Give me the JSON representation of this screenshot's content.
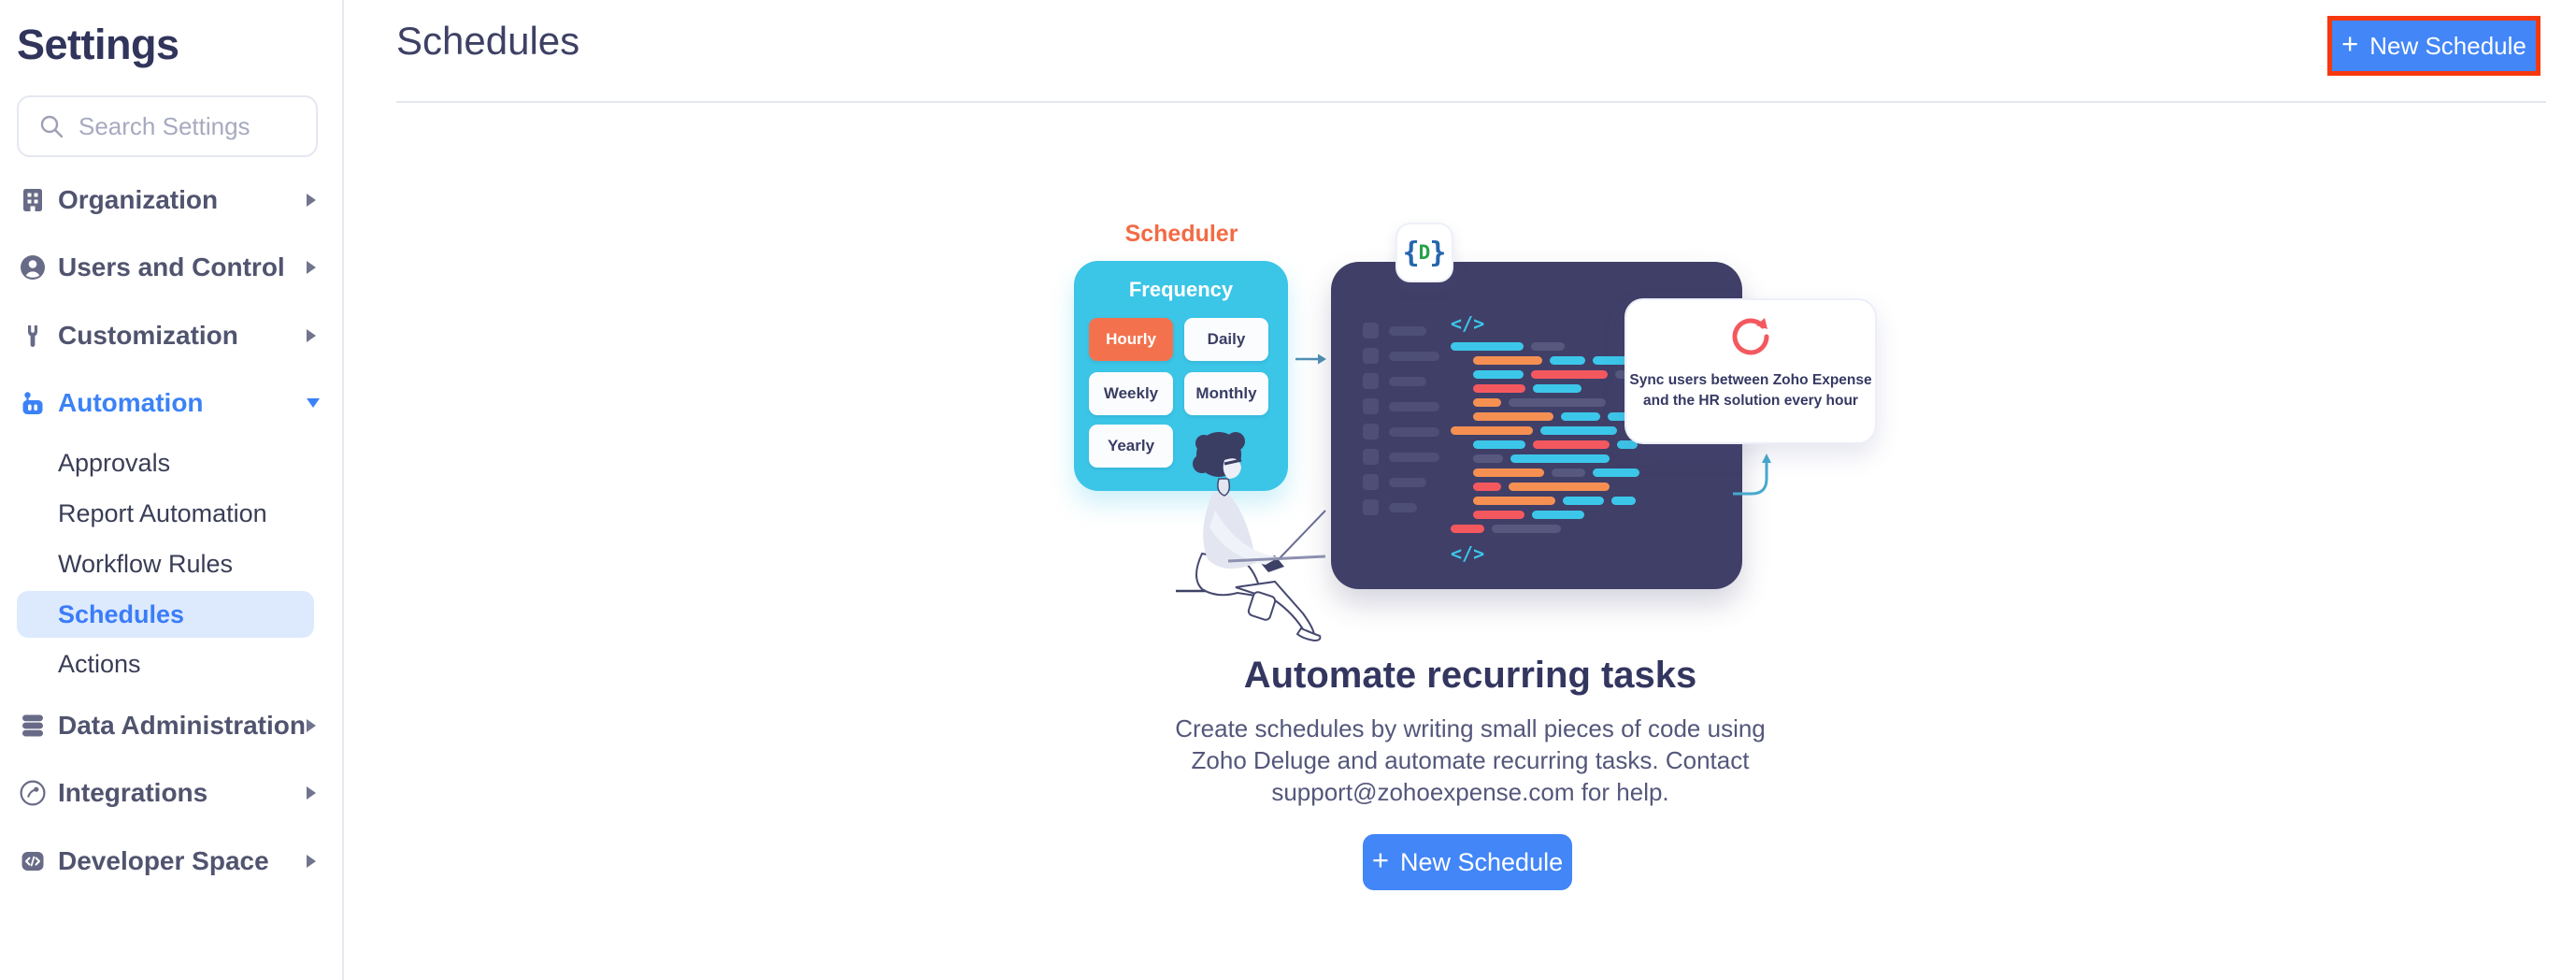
{
  "sidebar": {
    "title": "Settings",
    "search_placeholder": "Search Settings",
    "items": [
      {
        "label": "Organization",
        "icon": "building-icon"
      },
      {
        "label": "Users and Control",
        "icon": "user-icon"
      },
      {
        "label": "Customization",
        "icon": "wrench-icon"
      },
      {
        "label": "Automation",
        "icon": "robot-icon",
        "expanded": true,
        "active": true
      },
      {
        "label": "Data Administration",
        "icon": "database-icon"
      },
      {
        "label": "Integrations",
        "icon": "integrations-icon"
      },
      {
        "label": "Developer Space",
        "icon": "code-icon"
      }
    ],
    "automation_children": [
      {
        "label": "Approvals"
      },
      {
        "label": "Report Automation"
      },
      {
        "label": "Workflow Rules"
      },
      {
        "label": "Schedules",
        "selected": true
      },
      {
        "label": "Actions"
      }
    ],
    "selected_item": "Schedules"
  },
  "header": {
    "title": "Schedules",
    "plus": "+",
    "new_schedule_label": "New Schedule"
  },
  "empty_state": {
    "heading": "Automate recurring tasks",
    "description_lines": [
      "Create schedules by writing small pieces of code using",
      "Zoho Deluge and automate recurring tasks. Contact",
      "support@zohoexpense.com for help."
    ],
    "cta_plus": "+",
    "cta_label": "New Schedule"
  },
  "illustration": {
    "scheduler_label": "Scheduler",
    "frequency_label": "Frequency",
    "frequency_options": [
      "Hourly",
      "Daily",
      "Weekly",
      "Monthly",
      "Yearly"
    ],
    "active_frequency": "Hourly",
    "code_tag": "</>",
    "deluge_glyphs": {
      "open": "{",
      "mid": "D",
      "close": "}"
    },
    "callout_lines": [
      "Sync users between Zoho Expense",
      "and the HR solution every hour"
    ],
    "gutter_bar_widths": [
      40,
      54,
      40,
      54,
      54,
      54,
      40,
      30
    ],
    "code_lines": [
      {
        "indent": 0,
        "segments": [
          [
            "cyan",
            78
          ],
          [
            "gray",
            36
          ]
        ]
      },
      {
        "indent": 24,
        "segments": [
          [
            "orange",
            74
          ],
          [
            "cyan",
            38
          ],
          [
            "cyan",
            40
          ]
        ]
      },
      {
        "indent": 24,
        "segments": [
          [
            "cyan",
            54
          ],
          [
            "red",
            82
          ],
          [
            "gray",
            16
          ]
        ]
      },
      {
        "indent": 24,
        "segments": [
          [
            "red",
            56
          ],
          [
            "cyan",
            52
          ]
        ]
      },
      {
        "indent": 24,
        "segments": [
          [
            "orange",
            30
          ],
          [
            "gray",
            104
          ]
        ]
      },
      {
        "indent": 24,
        "segments": [
          [
            "orange",
            86
          ],
          [
            "cyan",
            42
          ],
          [
            "cyan",
            22
          ]
        ]
      },
      {
        "indent": 0,
        "segments": [
          [
            "orange",
            88
          ],
          [
            "cyan",
            82
          ]
        ]
      },
      {
        "indent": 24,
        "segments": [
          [
            "cyan",
            56
          ],
          [
            "red",
            82
          ],
          [
            "cyan",
            22
          ]
        ]
      },
      {
        "indent": 24,
        "segments": [
          [
            "gray",
            32
          ],
          [
            "cyan",
            106
          ]
        ]
      },
      {
        "indent": 24,
        "segments": [
          [
            "orange",
            76
          ],
          [
            "gray",
            36
          ],
          [
            "cyan",
            50
          ]
        ]
      },
      {
        "indent": 24,
        "segments": [
          [
            "red",
            30
          ],
          [
            "orange",
            108
          ]
        ]
      },
      {
        "indent": 24,
        "segments": [
          [
            "orange",
            88
          ],
          [
            "cyan",
            44
          ],
          [
            "cyan",
            26
          ]
        ]
      },
      {
        "indent": 24,
        "segments": [
          [
            "red",
            55
          ],
          [
            "cyan",
            56
          ]
        ]
      },
      {
        "indent": 0,
        "segments": [
          [
            "red",
            36
          ],
          [
            "gray",
            74
          ]
        ]
      }
    ]
  },
  "colors": {
    "accent_blue": "#4286f7",
    "active_nav_bg": "#ddeafe",
    "active_nav_text": "#3b7cf8",
    "annotation_red": "#f6380e",
    "scheduler_orange": "#f26b44",
    "panel_cyan": "#3bc5e7",
    "panel_navy": "#403f68",
    "code_cyan": "#3cc7ea",
    "code_orange": "#f59052",
    "code_red": "#f4585f",
    "code_gray": "#56587e",
    "sync_red": "#f4585f"
  }
}
